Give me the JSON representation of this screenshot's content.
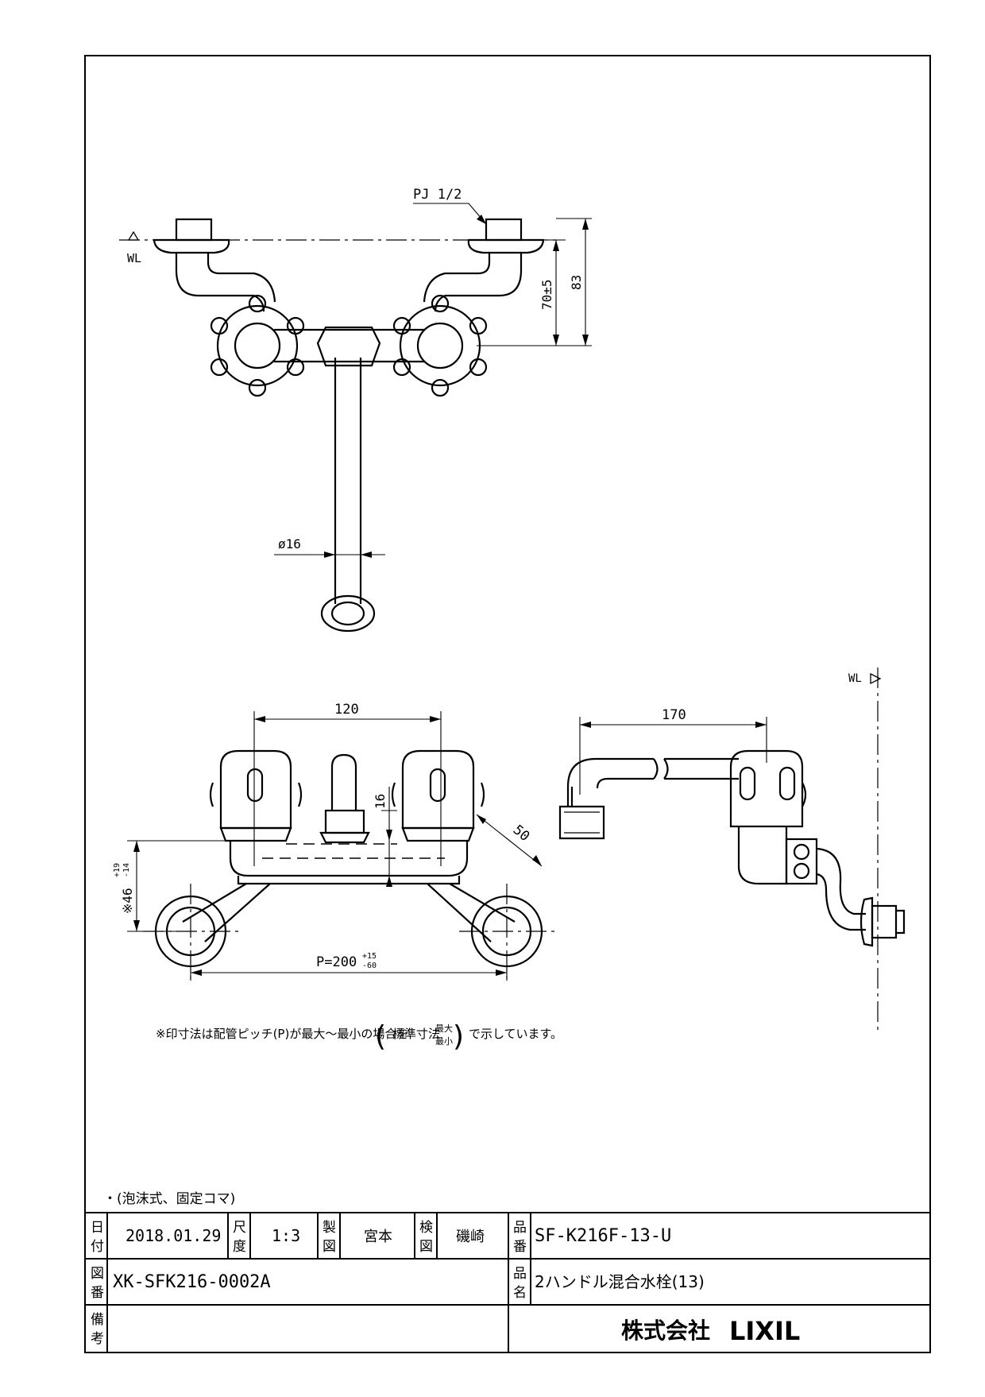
{
  "drawing": {
    "labels": {
      "pj": "PJ 1/2",
      "wl_top": "WL",
      "wl_side": "WL",
      "dim_70": "70±5",
      "dim_83": "83",
      "dim_phi16": "ø16",
      "dim_120": "120",
      "dim_16": "16",
      "dim_50": "50",
      "dim_170": "170",
      "dim_46": "※46",
      "dim_46_sup": "+19",
      "dim_46_sub": "-14",
      "dim_p": "P=200",
      "dim_p_sup": "+15",
      "dim_p_sub": "-60"
    },
    "note": {
      "before": "※印寸法は配管ピッチ(P)が最大～最小の場合を",
      "standard": "標準寸法",
      "max": "最大",
      "min": "最小",
      "after": "で示しています。"
    },
    "spec_note": "・(泡沫式、固定コマ)"
  },
  "title_block": {
    "date_label": [
      "日",
      "付"
    ],
    "date": "2018.01.29",
    "scale_label": [
      "尺",
      "度"
    ],
    "scale": "1:3",
    "drawn_label": [
      "製",
      "図"
    ],
    "drawn_by": "宮本",
    "checked_label": [
      "検",
      "図"
    ],
    "checked_by": "磯崎",
    "product_no_label": [
      "品",
      "番"
    ],
    "product_no": "SF-K216F-13-U",
    "drawing_no_label": [
      "図",
      "番"
    ],
    "drawing_no": "XK-SFK216-0002A",
    "product_name_label": [
      "品",
      "名"
    ],
    "product_name": "2ハンドル混合水栓(13)",
    "remarks_label": [
      "備",
      "考"
    ],
    "remarks": "",
    "company": "株式会社",
    "brand": "LIXIL"
  }
}
